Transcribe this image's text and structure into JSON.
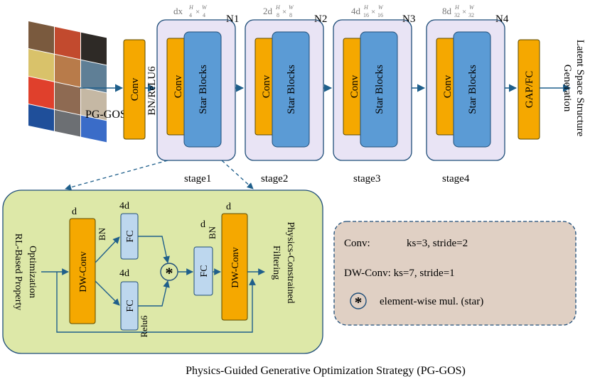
{
  "input": {
    "label": "PG-GOS",
    "thumbnails": [
      "#7a5a3e",
      "#c24a2e",
      "#2e2a26",
      "#d9c26a",
      "#b87b4a",
      "#5f7f96",
      "#e0402c",
      "#8e6a52",
      "#c5b8a4",
      "#1f4f9a",
      "#6c6f73",
      "#3a6cc8"
    ]
  },
  "conv_block": "Conv",
  "bn_relu": "BN/ReLU6",
  "stages": [
    {
      "id": "N1",
      "dim": "dx",
      "hn": "H",
      "hd": "4",
      "wn": "W",
      "wd": "4",
      "conv": "Conv",
      "star": "Star Blocks",
      "label": "stage1"
    },
    {
      "id": "N2",
      "dim": "2d",
      "hn": "H",
      "hd": "8",
      "wn": "W",
      "wd": "8",
      "conv": "Conv",
      "star": "Star Blocks",
      "label": "stage2"
    },
    {
      "id": "N3",
      "dim": "4d",
      "hn": "H",
      "hd": "16",
      "wn": "W",
      "wd": "16",
      "conv": "Conv",
      "star": "Star Blocks",
      "label": "stage3"
    },
    {
      "id": "N4",
      "dim": "8d",
      "hn": "H",
      "hd": "32",
      "wn": "W",
      "wd": "32",
      "conv": "Conv",
      "star": "Star Blocks",
      "label": "stage4"
    }
  ],
  "times": "×",
  "gap_fc": "GAP/FC",
  "output_lines": [
    "Latent Space Structure",
    "Generation"
  ],
  "detail": {
    "left_lines": [
      "RL-Based Property",
      "Optimization"
    ],
    "right_lines": [
      "Physics-Constrained",
      "Filtering"
    ],
    "dwconv": "DW-Conv",
    "fc": "FC",
    "d": "d",
    "four_d": "4d",
    "bn": "BN",
    "relu6": "Relu6",
    "star_symbol": "*"
  },
  "legend": {
    "conv_name": "Conv:",
    "conv_params": "ks=3, stride=2",
    "dw_line": "DW-Conv: ks=7, stride=1",
    "star_symbol": "*",
    "star_text": "element-wise mul. (star)"
  },
  "caption": "Physics-Guided Generative Optimization Strategy (PG-GOS)",
  "colors": {
    "orange": "#F5A800",
    "blue": "#5B9BD5",
    "light_blue": "#BDD7EE",
    "stage_fill": "#E9E4F5",
    "green": "#DDE8A8",
    "legend_fill": "#E0D0C4",
    "arrow": "#1F5F8B"
  }
}
